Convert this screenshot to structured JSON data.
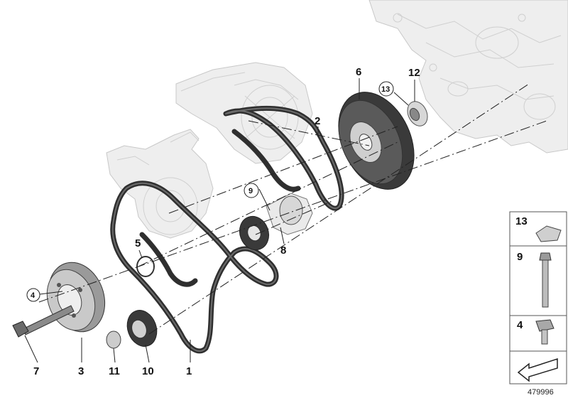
{
  "diagram": {
    "callouts": {
      "c1": "1",
      "c2": "2",
      "c3": "3",
      "c4": "4",
      "c5": "5",
      "c6": "6",
      "c7": "7",
      "c8": "8",
      "c9": "9",
      "c10": "10",
      "c11": "11",
      "c12": "12",
      "c13": "13"
    },
    "legend": [
      {
        "label": "13"
      },
      {
        "label": "9"
      },
      {
        "label": "4"
      }
    ],
    "reference_id": "479996"
  }
}
